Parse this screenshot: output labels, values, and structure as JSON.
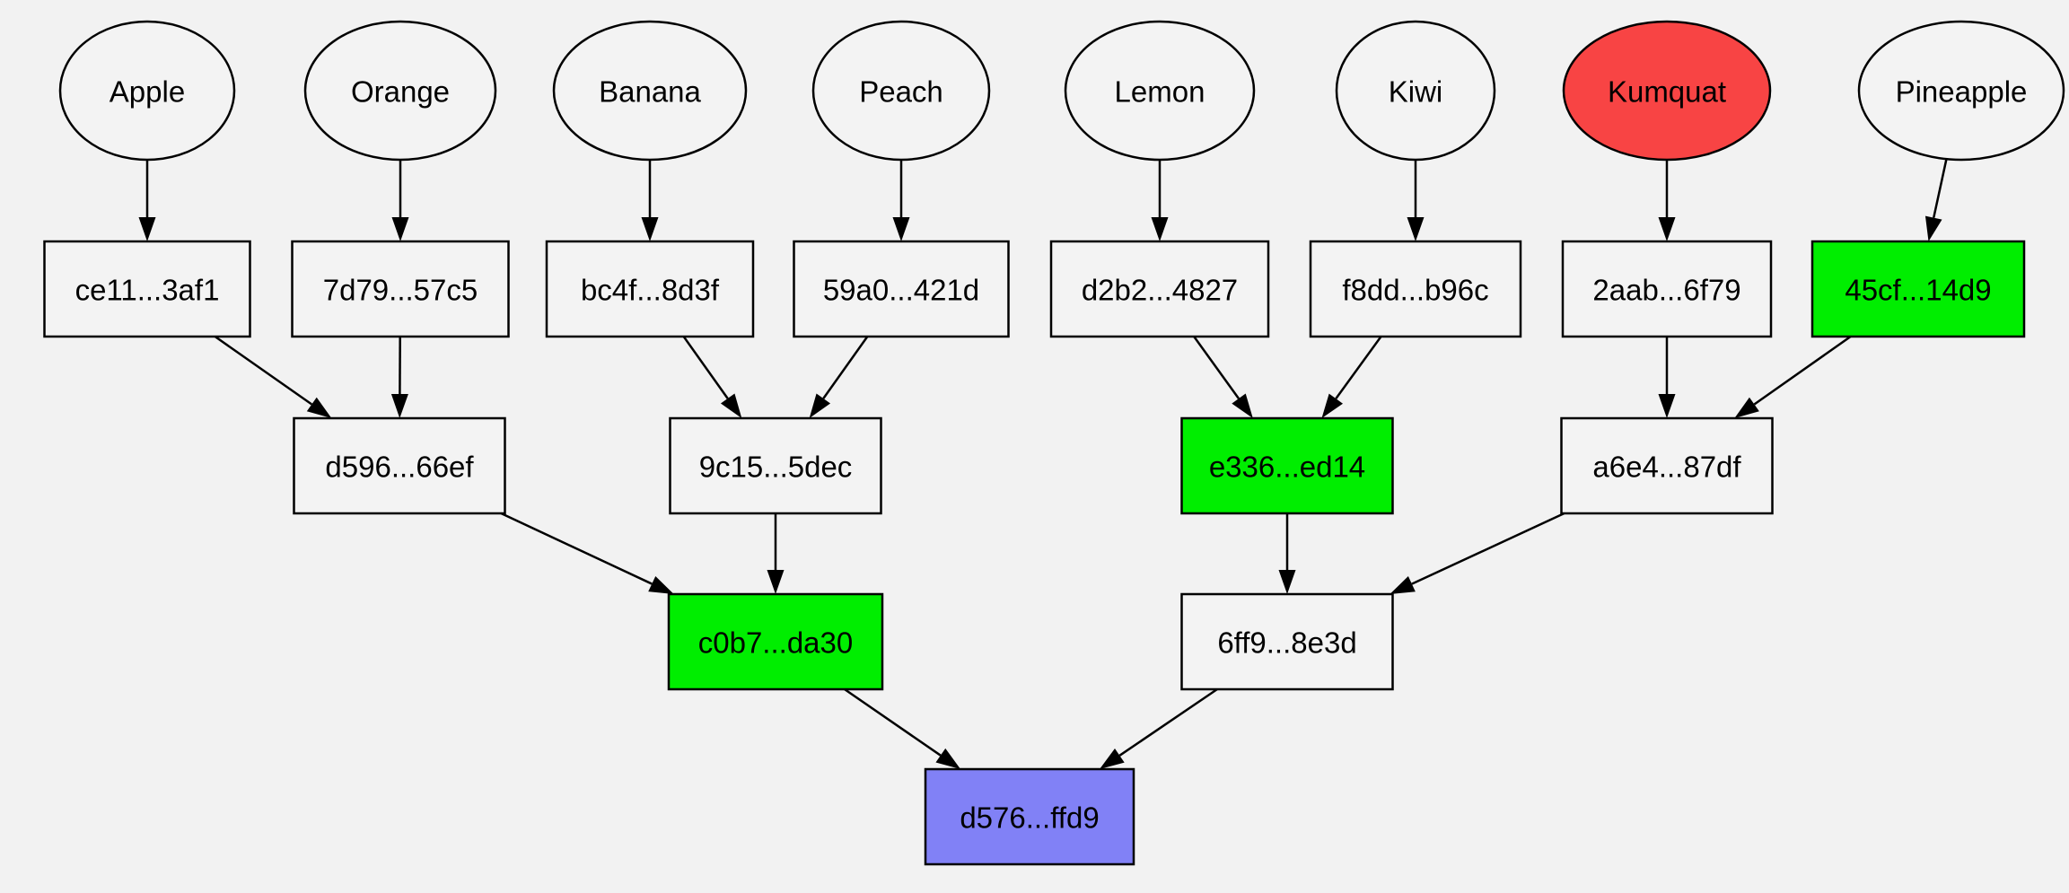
{
  "diagram": {
    "type": "merkle-tree",
    "background_color": "#f2f2f2",
    "edge_color": "#000000",
    "node_border_color": "#000000",
    "palette": {
      "default_fill": "#f3f3f3",
      "modified_input_red": "#f84444",
      "changed_hash_green": "#00ee00",
      "root_purple": "#8181f6"
    },
    "nodes": [
      {
        "id": "apple",
        "label": "Apple",
        "shape": "ellipse",
        "fill": "#f3f3f3"
      },
      {
        "id": "orange",
        "label": "Orange",
        "shape": "ellipse",
        "fill": "#f3f3f3"
      },
      {
        "id": "banana",
        "label": "Banana",
        "shape": "ellipse",
        "fill": "#f3f3f3"
      },
      {
        "id": "peach",
        "label": "Peach",
        "shape": "ellipse",
        "fill": "#f3f3f3"
      },
      {
        "id": "lemon",
        "label": "Lemon",
        "shape": "ellipse",
        "fill": "#f3f3f3"
      },
      {
        "id": "kiwi",
        "label": "Kiwi",
        "shape": "ellipse",
        "fill": "#f3f3f3"
      },
      {
        "id": "kumquat",
        "label": "Kumquat",
        "shape": "ellipse",
        "fill": "#f84444"
      },
      {
        "id": "pineapple",
        "label": "Pineapple",
        "shape": "ellipse",
        "fill": "#f3f3f3"
      },
      {
        "id": "hash-ce11",
        "label": "ce11...3af1",
        "shape": "box",
        "fill": "#f3f3f3"
      },
      {
        "id": "hash-7d79",
        "label": "7d79...57c5",
        "shape": "box",
        "fill": "#f3f3f3"
      },
      {
        "id": "hash-bc4f",
        "label": "bc4f...8d3f",
        "shape": "box",
        "fill": "#f3f3f3"
      },
      {
        "id": "hash-59a0",
        "label": "59a0...421d",
        "shape": "box",
        "fill": "#f3f3f3"
      },
      {
        "id": "hash-d2b2",
        "label": "d2b2...4827",
        "shape": "box",
        "fill": "#f3f3f3"
      },
      {
        "id": "hash-f8dd",
        "label": "f8dd...b96c",
        "shape": "box",
        "fill": "#f3f3f3"
      },
      {
        "id": "hash-2aab",
        "label": "2aab...6f79",
        "shape": "box",
        "fill": "#f3f3f3"
      },
      {
        "id": "hash-45cf",
        "label": "45cf...14d9",
        "shape": "box",
        "fill": "#00ee00"
      },
      {
        "id": "hash-d596",
        "label": "d596...66ef",
        "shape": "box",
        "fill": "#f3f3f3"
      },
      {
        "id": "hash-9c15",
        "label": "9c15...5dec",
        "shape": "box",
        "fill": "#f3f3f3"
      },
      {
        "id": "hash-e336",
        "label": "e336...ed14",
        "shape": "box",
        "fill": "#00ee00"
      },
      {
        "id": "hash-a6e4",
        "label": "a6e4...87df",
        "shape": "box",
        "fill": "#f3f3f3"
      },
      {
        "id": "hash-c0b7",
        "label": "c0b7...da30",
        "shape": "box",
        "fill": "#00ee00"
      },
      {
        "id": "hash-6ff9",
        "label": "6ff9...8e3d",
        "shape": "box",
        "fill": "#f3f3f3"
      },
      {
        "id": "root-d576",
        "label": "d576...ffd9",
        "shape": "box",
        "fill": "#8181f6"
      }
    ],
    "edges": [
      {
        "from": "apple",
        "to": "hash-ce11"
      },
      {
        "from": "orange",
        "to": "hash-7d79"
      },
      {
        "from": "banana",
        "to": "hash-bc4f"
      },
      {
        "from": "peach",
        "to": "hash-59a0"
      },
      {
        "from": "lemon",
        "to": "hash-d2b2"
      },
      {
        "from": "kiwi",
        "to": "hash-f8dd"
      },
      {
        "from": "kumquat",
        "to": "hash-2aab"
      },
      {
        "from": "pineapple",
        "to": "hash-45cf"
      },
      {
        "from": "hash-ce11",
        "to": "hash-d596"
      },
      {
        "from": "hash-7d79",
        "to": "hash-d596"
      },
      {
        "from": "hash-bc4f",
        "to": "hash-9c15"
      },
      {
        "from": "hash-59a0",
        "to": "hash-9c15"
      },
      {
        "from": "hash-d2b2",
        "to": "hash-e336"
      },
      {
        "from": "hash-f8dd",
        "to": "hash-e336"
      },
      {
        "from": "hash-2aab",
        "to": "hash-a6e4"
      },
      {
        "from": "hash-45cf",
        "to": "hash-a6e4"
      },
      {
        "from": "hash-d596",
        "to": "hash-c0b7"
      },
      {
        "from": "hash-9c15",
        "to": "hash-c0b7"
      },
      {
        "from": "hash-e336",
        "to": "hash-6ff9"
      },
      {
        "from": "hash-a6e4",
        "to": "hash-6ff9"
      },
      {
        "from": "hash-c0b7",
        "to": "root-d576"
      },
      {
        "from": "hash-6ff9",
        "to": "root-d576"
      }
    ]
  }
}
